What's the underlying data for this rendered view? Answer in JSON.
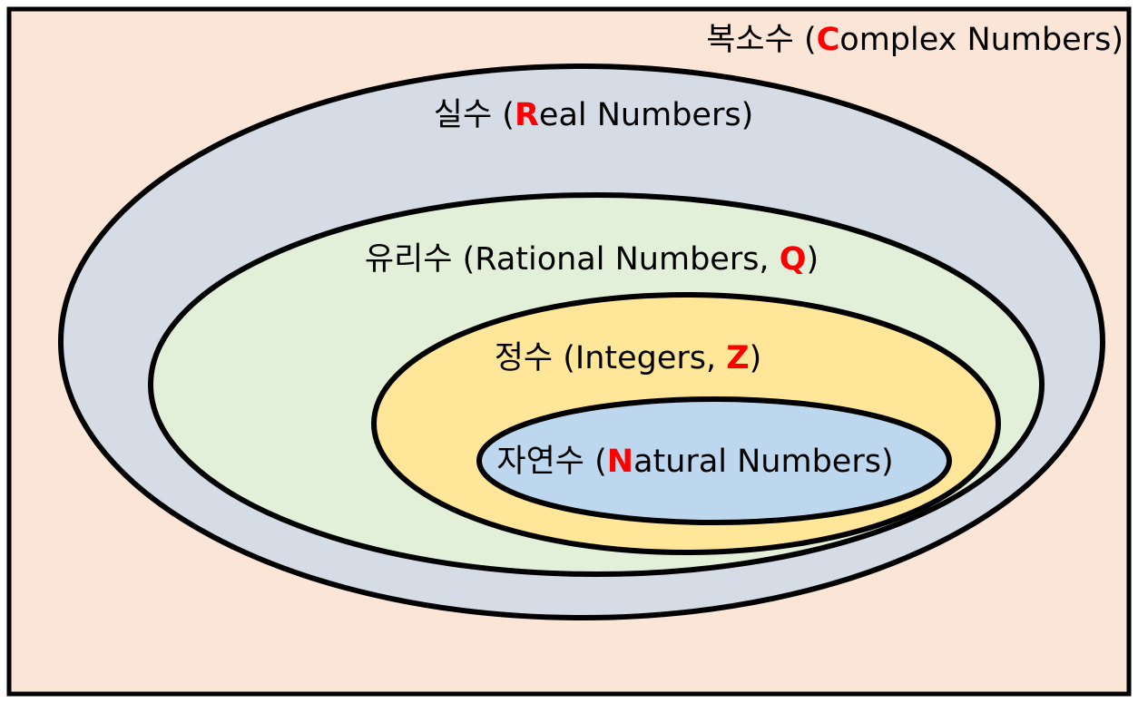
{
  "diagram": {
    "sets": [
      {
        "id": "complex",
        "korean": "복소수",
        "open": " (",
        "symbol": "C",
        "english": "omplex Numbers",
        "close": ")",
        "fill": "#fbe5d6"
      },
      {
        "id": "real",
        "korean": "실수",
        "open": " (",
        "symbol": "R",
        "english": "eal Numbers",
        "close": ")",
        "fill": "#d6dce5"
      },
      {
        "id": "rational",
        "korean": "유리수",
        "open": " (",
        "english": "Rational Numbers, ",
        "symbol": "Q",
        "close": ")",
        "fill": "#e2f0d9"
      },
      {
        "id": "integers",
        "korean": "정수",
        "open": " (",
        "english": "Integers, ",
        "symbol": "Z",
        "close": ")",
        "fill": "#ffe699"
      },
      {
        "id": "natural",
        "korean": "자연수",
        "open": " (",
        "symbol": "N",
        "english": "atural Numbers",
        "close": ")",
        "fill": "#bdd7ee"
      }
    ],
    "colors": {
      "outline": "#000000",
      "symbol": "#ff0000",
      "text": "#000000"
    }
  }
}
